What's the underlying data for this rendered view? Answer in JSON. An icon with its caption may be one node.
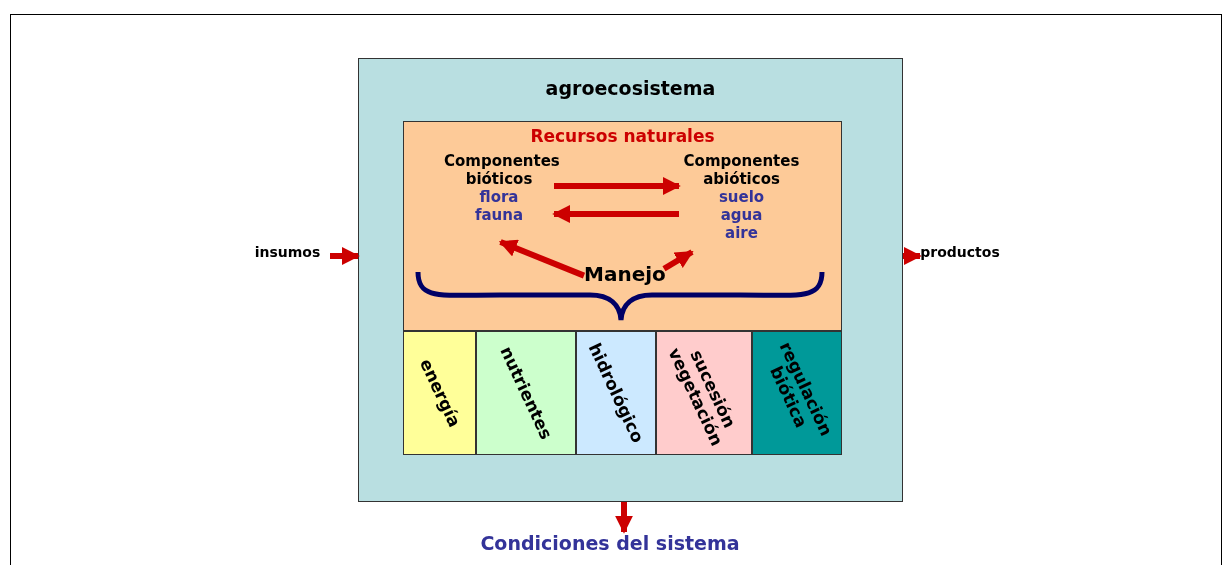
{
  "diagram": {
    "nodes": [
      {
        "text": [
          "agroecosistema"
        ]
      },
      {
        "text": [
          "Recursos naturales"
        ],
        "in": 0
      },
      {
        "text": [
          "Componentes bióticos",
          "flora fauna"
        ],
        "in": 1
      },
      {
        "text": [
          "Componentes abióticos",
          "suelo agua aire"
        ],
        "in": 1
      },
      {
        "text": [
          "Manejo"
        ],
        "in": 1
      },
      {
        "text": [
          "energía"
        ],
        "in": 0
      },
      {
        "text": [
          "nutrientes"
        ],
        "in": 0
      },
      {
        "text": [
          "hidrológico"
        ],
        "in": 0
      },
      {
        "text": [
          "sucesión vegetación"
        ],
        "in": 0
      },
      {
        "text": [
          "regulación biótica"
        ],
        "in": 0
      },
      {
        "text": [
          "insumos"
        ]
      },
      {
        "text": [
          "productos"
        ]
      },
      {
        "text": [
          "Condiciones del sistema"
        ]
      }
    ],
    "edges": [
      {
        "from": 2,
        "to": 3,
        "arrow": "to"
      },
      {
        "from": 3,
        "to": 2,
        "arrow": "to"
      },
      {
        "from": 4,
        "to": 2,
        "arrow": "to"
      },
      {
        "from": 4,
        "to": 3,
        "arrow": "to"
      },
      {
        "from": 10,
        "to": 0,
        "arrow": "to"
      },
      {
        "from": 0,
        "to": 11,
        "arrow": "to"
      },
      {
        "from": 0,
        "to": 12,
        "arrow": "to"
      }
    ]
  }
}
